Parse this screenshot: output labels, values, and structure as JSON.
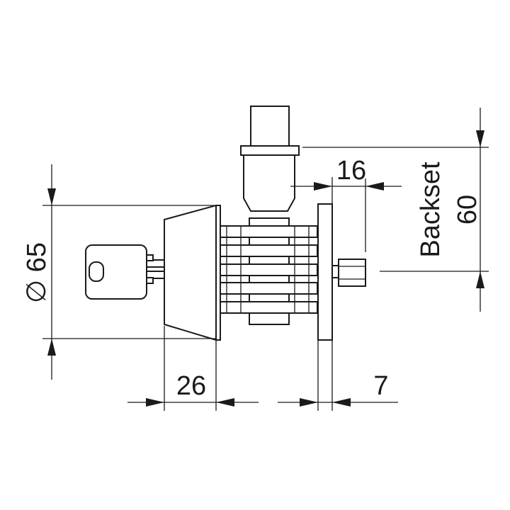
{
  "drawing": {
    "dim_diameter": "65",
    "diameter_symbol": "∅",
    "dim_cylinder_length": "26",
    "dim_plate_thickness": "7",
    "dim_bolt_offset": "16",
    "backset_label": "Backset",
    "backset_value": "60"
  }
}
